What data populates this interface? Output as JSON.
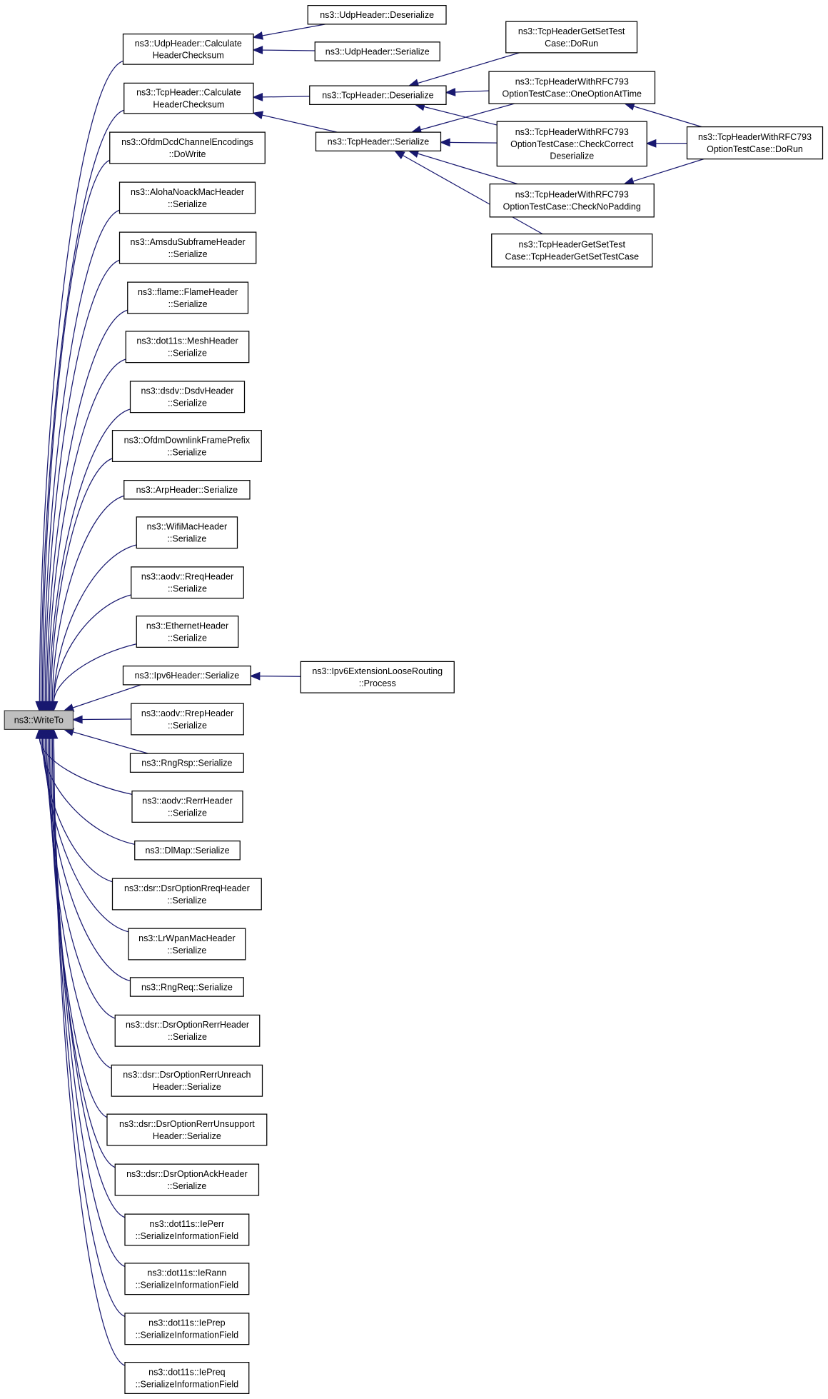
{
  "graph": {
    "title": "ns3::WriteTo caller graph",
    "edge_color": "#191970",
    "root_fill": "#bfbfbf",
    "nodes": [
      {
        "id": "root",
        "lines": [
          "ns3::WriteTo"
        ]
      },
      {
        "id": "udpcalc",
        "lines": [
          "ns3::UdpHeader::Calculate",
          "HeaderChecksum"
        ]
      },
      {
        "id": "tcpcalc",
        "lines": [
          "ns3::TcpHeader::Calculate",
          "HeaderChecksum"
        ]
      },
      {
        "id": "ofdmdcd",
        "lines": [
          "ns3::OfdmDcdChannelEncodings",
          "::DoWrite"
        ]
      },
      {
        "id": "aloha",
        "lines": [
          "ns3::AlohaNoackMacHeader",
          "::Serialize"
        ]
      },
      {
        "id": "amsdu",
        "lines": [
          "ns3::AmsduSubframeHeader",
          "::Serialize"
        ]
      },
      {
        "id": "flame",
        "lines": [
          "ns3::flame::FlameHeader",
          "::Serialize"
        ]
      },
      {
        "id": "mesh",
        "lines": [
          "ns3::dot11s::MeshHeader",
          "::Serialize"
        ]
      },
      {
        "id": "dsdv",
        "lines": [
          "ns3::dsdv::DsdvHeader",
          "::Serialize"
        ]
      },
      {
        "id": "ofdmdl",
        "lines": [
          "ns3::OfdmDownlinkFramePrefix",
          "::Serialize"
        ]
      },
      {
        "id": "arp",
        "lines": [
          "ns3::ArpHeader::Serialize"
        ]
      },
      {
        "id": "wifi",
        "lines": [
          "ns3::WifiMacHeader",
          "::Serialize"
        ]
      },
      {
        "id": "rreq",
        "lines": [
          "ns3::aodv::RreqHeader",
          "::Serialize"
        ]
      },
      {
        "id": "eth",
        "lines": [
          "ns3::EthernetHeader",
          "::Serialize"
        ]
      },
      {
        "id": "ipv6",
        "lines": [
          "ns3::Ipv6Header::Serialize"
        ]
      },
      {
        "id": "rrep",
        "lines": [
          "ns3::aodv::RrepHeader",
          "::Serialize"
        ]
      },
      {
        "id": "rngrsp",
        "lines": [
          "ns3::RngRsp::Serialize"
        ]
      },
      {
        "id": "rerr",
        "lines": [
          "ns3::aodv::RerrHeader",
          "::Serialize"
        ]
      },
      {
        "id": "dlmap",
        "lines": [
          "ns3::DlMap::Serialize"
        ]
      },
      {
        "id": "dsrrreq",
        "lines": [
          "ns3::dsr::DsrOptionRreqHeader",
          "::Serialize"
        ]
      },
      {
        "id": "lrwpan",
        "lines": [
          "ns3::LrWpanMacHeader",
          "::Serialize"
        ]
      },
      {
        "id": "rngreq",
        "lines": [
          "ns3::RngReq::Serialize"
        ]
      },
      {
        "id": "dsrrerr",
        "lines": [
          "ns3::dsr::DsrOptionRerrHeader",
          "::Serialize"
        ]
      },
      {
        "id": "dsrunreach",
        "lines": [
          "ns3::dsr::DsrOptionRerrUnreach",
          "Header::Serialize"
        ]
      },
      {
        "id": "dsrunsupport",
        "lines": [
          "ns3::dsr::DsrOptionRerrUnsupport",
          "Header::Serialize"
        ]
      },
      {
        "id": "dsrack",
        "lines": [
          "ns3::dsr::DsrOptionAckHeader",
          "::Serialize"
        ]
      },
      {
        "id": "ieperr",
        "lines": [
          "ns3::dot11s::IePerr",
          "::SerializeInformationField"
        ]
      },
      {
        "id": "ierann",
        "lines": [
          "ns3::dot11s::IeRann",
          "::SerializeInformationField"
        ]
      },
      {
        "id": "ieprep",
        "lines": [
          "ns3::dot11s::IePrep",
          "::SerializeInformationField"
        ]
      },
      {
        "id": "iepreq",
        "lines": [
          "ns3::dot11s::IePreq",
          "::SerializeInformationField"
        ]
      },
      {
        "id": "udpdeser",
        "lines": [
          "ns3::UdpHeader::Deserialize"
        ]
      },
      {
        "id": "udpser",
        "lines": [
          "ns3::UdpHeader::Serialize"
        ]
      },
      {
        "id": "tcpdeser",
        "lines": [
          "ns3::TcpHeader::Deserialize"
        ]
      },
      {
        "id": "tcpser",
        "lines": [
          "ns3::TcpHeader::Serialize"
        ]
      },
      {
        "id": "ipv6loose",
        "lines": [
          "ns3::Ipv6ExtensionLooseRouting",
          "::Process"
        ]
      },
      {
        "id": "getsetdorun",
        "lines": [
          "ns3::TcpHeaderGetSetTest",
          "Case::DoRun"
        ]
      },
      {
        "id": "oneoption",
        "lines": [
          "ns3::TcpHeaderWithRFC793",
          "OptionTestCase::OneOptionAtTime"
        ]
      },
      {
        "id": "checkcorrect",
        "lines": [
          "ns3::TcpHeaderWithRFC793",
          "OptionTestCase::CheckCorrect",
          "Deserialize"
        ]
      },
      {
        "id": "nopadding",
        "lines": [
          "ns3::TcpHeaderWithRFC793",
          "OptionTestCase::CheckNoPadding"
        ]
      },
      {
        "id": "getsetctor",
        "lines": [
          "ns3::TcpHeaderGetSetTest",
          "Case::TcpHeaderGetSetTestCase"
        ]
      },
      {
        "id": "rfcdorun",
        "lines": [
          "ns3::TcpHeaderWithRFC793",
          "OptionTestCase::DoRun"
        ]
      }
    ],
    "edges": [
      [
        "udpcalc",
        "root"
      ],
      [
        "tcpcalc",
        "root"
      ],
      [
        "ofdmdcd",
        "root"
      ],
      [
        "aloha",
        "root"
      ],
      [
        "amsdu",
        "root"
      ],
      [
        "flame",
        "root"
      ],
      [
        "mesh",
        "root"
      ],
      [
        "dsdv",
        "root"
      ],
      [
        "ofdmdl",
        "root"
      ],
      [
        "arp",
        "root"
      ],
      [
        "wifi",
        "root"
      ],
      [
        "rreq",
        "root"
      ],
      [
        "eth",
        "root"
      ],
      [
        "ipv6",
        "root"
      ],
      [
        "rrep",
        "root"
      ],
      [
        "rngrsp",
        "root"
      ],
      [
        "rerr",
        "root"
      ],
      [
        "dlmap",
        "root"
      ],
      [
        "dsrrreq",
        "root"
      ],
      [
        "lrwpan",
        "root"
      ],
      [
        "rngreq",
        "root"
      ],
      [
        "dsrrerr",
        "root"
      ],
      [
        "dsrunreach",
        "root"
      ],
      [
        "dsrunsupport",
        "root"
      ],
      [
        "dsrack",
        "root"
      ],
      [
        "ieperr",
        "root"
      ],
      [
        "ierann",
        "root"
      ],
      [
        "ieprep",
        "root"
      ],
      [
        "iepreq",
        "root"
      ],
      [
        "udpdeser",
        "udpcalc"
      ],
      [
        "udpser",
        "udpcalc"
      ],
      [
        "tcpdeser",
        "tcpcalc"
      ],
      [
        "tcpser",
        "tcpcalc"
      ],
      [
        "ipv6loose",
        "ipv6"
      ],
      [
        "getsetdorun",
        "tcpdeser"
      ],
      [
        "oneoption",
        "tcpdeser"
      ],
      [
        "checkcorrect",
        "tcpdeser"
      ],
      [
        "oneoption",
        "tcpser"
      ],
      [
        "checkcorrect",
        "tcpser"
      ],
      [
        "nopadding",
        "tcpser"
      ],
      [
        "getsetctor",
        "tcpser"
      ],
      [
        "rfcdorun",
        "oneoption"
      ],
      [
        "rfcdorun",
        "checkcorrect"
      ],
      [
        "rfcdorun",
        "nopadding"
      ]
    ]
  }
}
